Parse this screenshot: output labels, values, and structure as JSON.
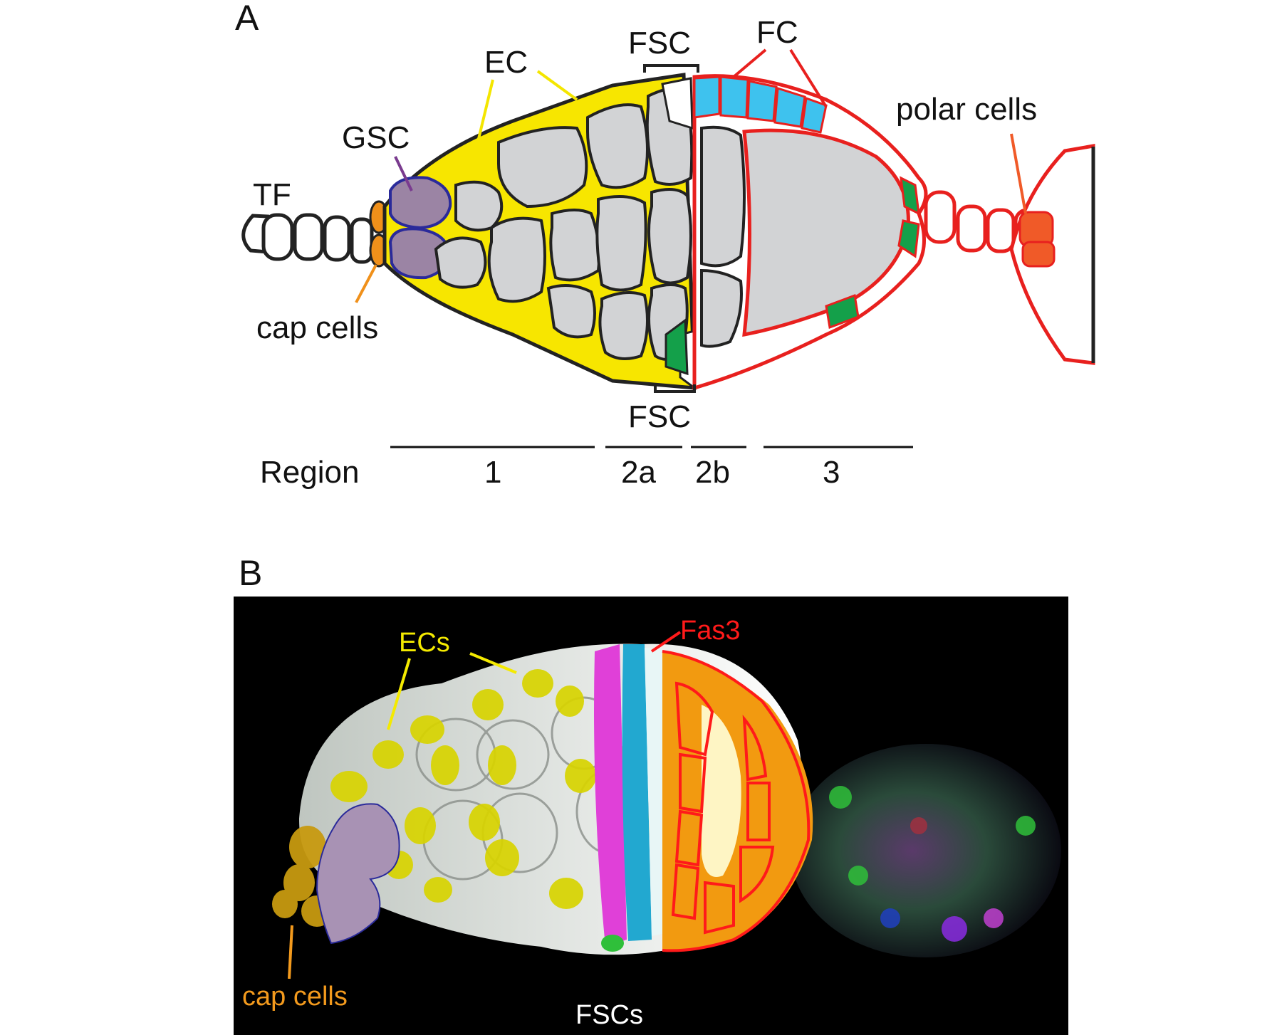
{
  "panel_a": {
    "letter": "A",
    "labels": {
      "tf": "TF",
      "gsc": "GSC",
      "ec": "EC",
      "fsc_top": "FSC",
      "fc": "FC",
      "polar_cells": "polar cells",
      "cap_cells": "cap cells",
      "fsc_bottom": "FSC"
    },
    "regions": {
      "title": "Region",
      "items": [
        "1",
        "2a",
        "2b",
        "3"
      ]
    }
  },
  "panel_b": {
    "letter": "B",
    "labels": {
      "ecs": "ECs",
      "fas3": "Fas3",
      "cap_cells": "cap cells",
      "fscs": "FSCs"
    }
  },
  "colors": {
    "escort_cells": "#f7e600",
    "gsc": "#9b84a4",
    "gsc_outline": "#2a2a9a",
    "cap_cells": "#f0901a",
    "fsc_blue": "#3ec2ee",
    "follicle_red": "#e8201e",
    "green": "#14a04a",
    "polar": "#f05a28",
    "germline_gray": "#d2d3d5",
    "label_yellow": "#f4ea00",
    "label_orange": "#f39a1d",
    "label_red": "#ff1a1a",
    "label_white": "#ffffff"
  }
}
